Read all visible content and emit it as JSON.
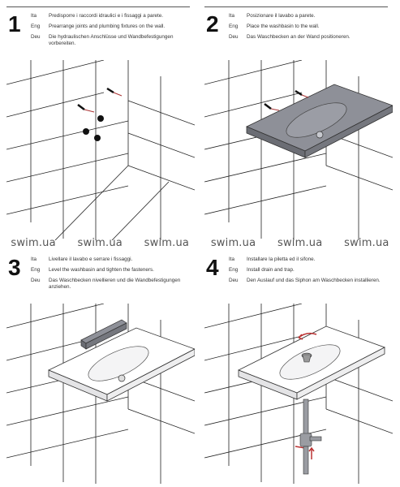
{
  "steps": [
    {
      "number": "1",
      "ita_label": "Ita",
      "ita_text": "Predisporre i raccordi idraulici e i fissaggi a parete.",
      "eng_label": "Eng",
      "eng_text": "Prearrange joints and plumbing fixtures on the wall.",
      "deu_label": "Deu",
      "deu_text": "Die hydraulischen Anschlüsse und Wandbefestigungen vorbereiten."
    },
    {
      "number": "2",
      "ita_label": "Ita",
      "ita_text": "Posizionare il lavabo a parete.",
      "eng_label": "Eng",
      "eng_text": "Place the washbasin to the wall.",
      "deu_label": "Deu",
      "deu_text": "Das Waschbecken an der Wand positioneren."
    },
    {
      "number": "3",
      "ita_label": "Ita",
      "ita_text": "Livellare il lavabo e serrare i fissaggi.",
      "eng_label": "Eng",
      "eng_text": "Level the washbasin and tighten the fasteners.",
      "deu_label": "Deu",
      "deu_text": "Das Waschbecken nivellieren und die Wandbefestigungen anziehen."
    },
    {
      "number": "4",
      "ita_label": "Ita",
      "ita_text": "Installare la piletta ed il sifone.",
      "eng_label": "Eng",
      "eng_text": "Install drain and trap.",
      "deu_label": "Deu",
      "deu_text": "Den Auslauf und das Siphon am Waschbecken installieren."
    }
  ],
  "watermark": [
    "swim.ua",
    "swim.ua",
    "swim.ua",
    "swim.ua",
    "swim.ua",
    "swim.ua"
  ]
}
